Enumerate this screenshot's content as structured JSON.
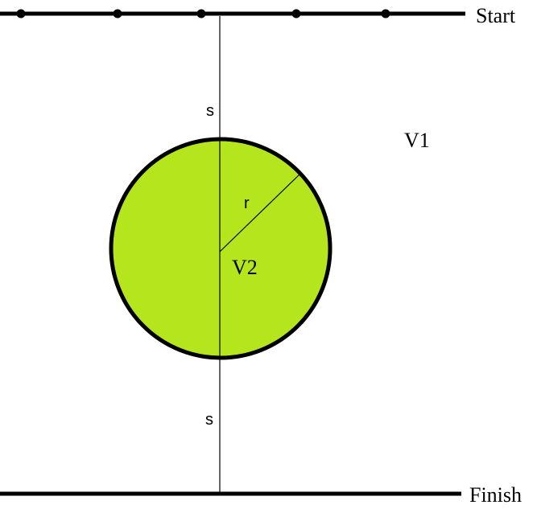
{
  "labels": {
    "start": "Start",
    "finish": "Finish",
    "region_outer": "V1",
    "region_inner": "V2",
    "radius": "r",
    "distance_top": "s",
    "distance_bottom": "s"
  },
  "colors": {
    "stroke": "#000000",
    "circle_fill": "#b5e61d",
    "background": "#ffffff"
  }
}
